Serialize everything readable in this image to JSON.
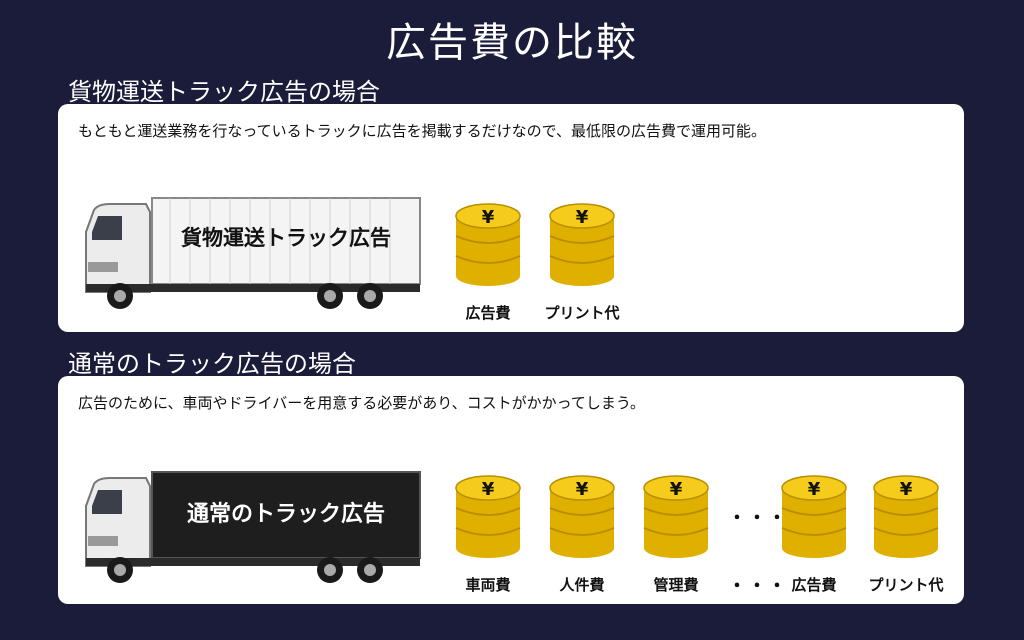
{
  "title": "広告費の比較",
  "section1": {
    "heading": "貨物運送トラック広告の場合",
    "description": "もともと運送業務を行なっているトラックに広告を掲載するだけなので、最低限の広告費で運用可能。",
    "truck_label": "貨物運送トラック広告",
    "costs": [
      "広告費",
      "プリント代"
    ]
  },
  "section2": {
    "heading": "通常のトラック広告の場合",
    "description": "広告のために、車両やドライバーを用意する必要があり、コストがかかってしまう。",
    "truck_label": "通常のトラック広告",
    "costs": [
      "車両費",
      "人件費",
      "管理費",
      "広告費",
      "プリント代"
    ],
    "ellipsis": "・・・"
  },
  "colors": {
    "background": "#1b1b3a",
    "coin": "#f2c200",
    "coin_dark": "#b98f00",
    "white_trailer": "#f2f2f2",
    "black_trailer": "#1e1e1e"
  }
}
